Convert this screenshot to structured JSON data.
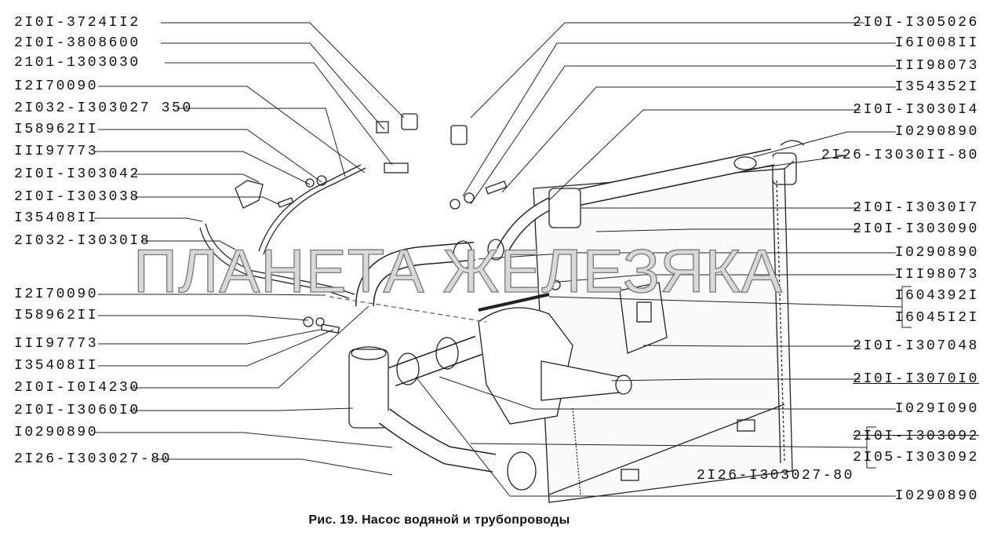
{
  "left_labels": [
    "2I0I-3724II2",
    "2I0I-3808600",
    "2101-1303030",
    "I2I70090",
    "2I032-I303027 350",
    "I58962II",
    "III97773",
    "2I0I-I303042",
    "2I0I-I303038",
    "I35408II",
    "2I032-I3030I8",
    "I2I70090",
    "I58962II",
    "III97773",
    "I35408II",
    "2I0I-I0I4230",
    "2I0I-I3060I0",
    "I0290890",
    "2I26-I303027-80"
  ],
  "right_labels": [
    "2I0I-I305026",
    "I6I008II",
    "III98073",
    "I354352I",
    "2I0I-I3030I4",
    "I0290890",
    "2I26-I3030II-80",
    "2I0I-I3030I7",
    "2I0I-I303090",
    "I0290890",
    "III98073",
    "I604392I",
    "I6045I2I",
    "2I0I-I307048",
    "2I0I-I3070I0",
    "I029I090",
    "2I0I-I303092",
    "2I05-I303092",
    "I0290890"
  ],
  "inner_label": "2I26-I303027-80",
  "caption": "Рис. 19. Насос водяной и трубопроводы",
  "watermark": "ПЛАНЕТА ЖЕЛЕЗЯКА"
}
